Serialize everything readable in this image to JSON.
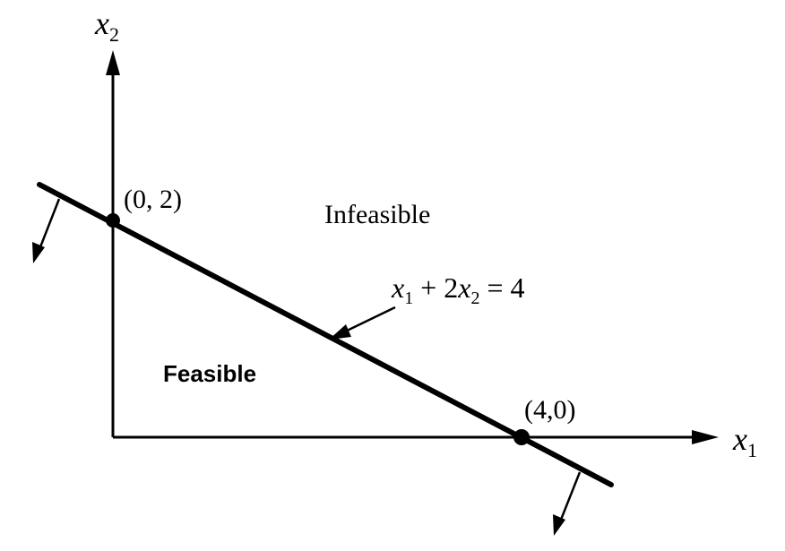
{
  "diagram": {
    "axis_x_var": "x",
    "axis_x_sub": "1",
    "axis_y_var": "x",
    "axis_y_sub": "2",
    "point_a_label": "(0, 2)",
    "point_b_label": "(4,0)",
    "region_infeasible": "Infeasible",
    "region_feasible": "Feasible",
    "equation": {
      "v1": "x",
      "s1": "1",
      "mid": " + 2",
      "v2": "x",
      "s2": "2",
      "rhs": " = 4"
    },
    "colors": {
      "ink": "#000000",
      "background": "#ffffff"
    }
  }
}
